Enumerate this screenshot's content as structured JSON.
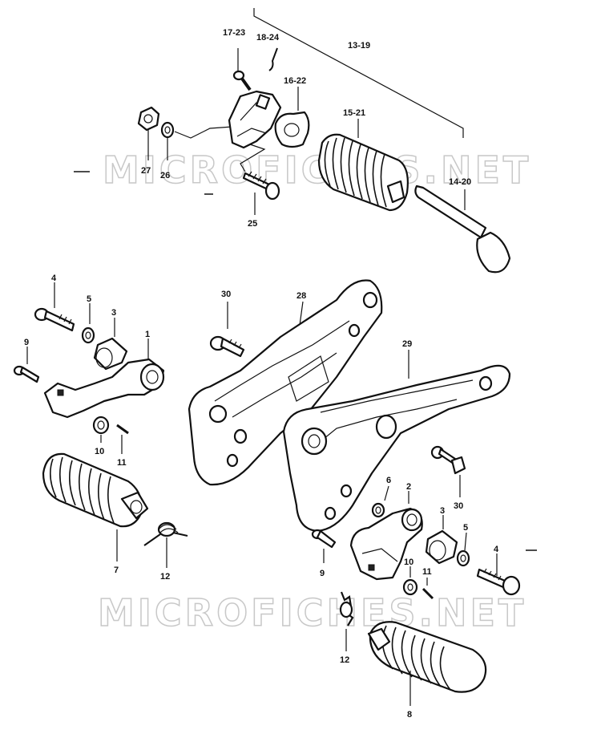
{
  "watermark": "MICROFICHES.NET",
  "callouts": {
    "p17_23": "17-23",
    "p18_24": "18-24",
    "p13_19": "13-19",
    "p16_22": "16-22",
    "p15_21": "15-21",
    "p14_20": "14-20",
    "p27": "27",
    "p26": "26",
    "p25": "25",
    "p4a": "4",
    "p5a": "5",
    "p3a": "3",
    "p1": "1",
    "p9a": "9",
    "p10a": "10",
    "p11a": "11",
    "p7": "7",
    "p12a": "12",
    "p30a": "30",
    "p28": "28",
    "p29": "29",
    "p6": "6",
    "p2": "2",
    "p3b": "3",
    "p5b": "5",
    "p30b": "30",
    "p4b": "4",
    "p9b": "9",
    "p10b": "10",
    "p11b": "11",
    "p12b": "12",
    "p8": "8"
  }
}
